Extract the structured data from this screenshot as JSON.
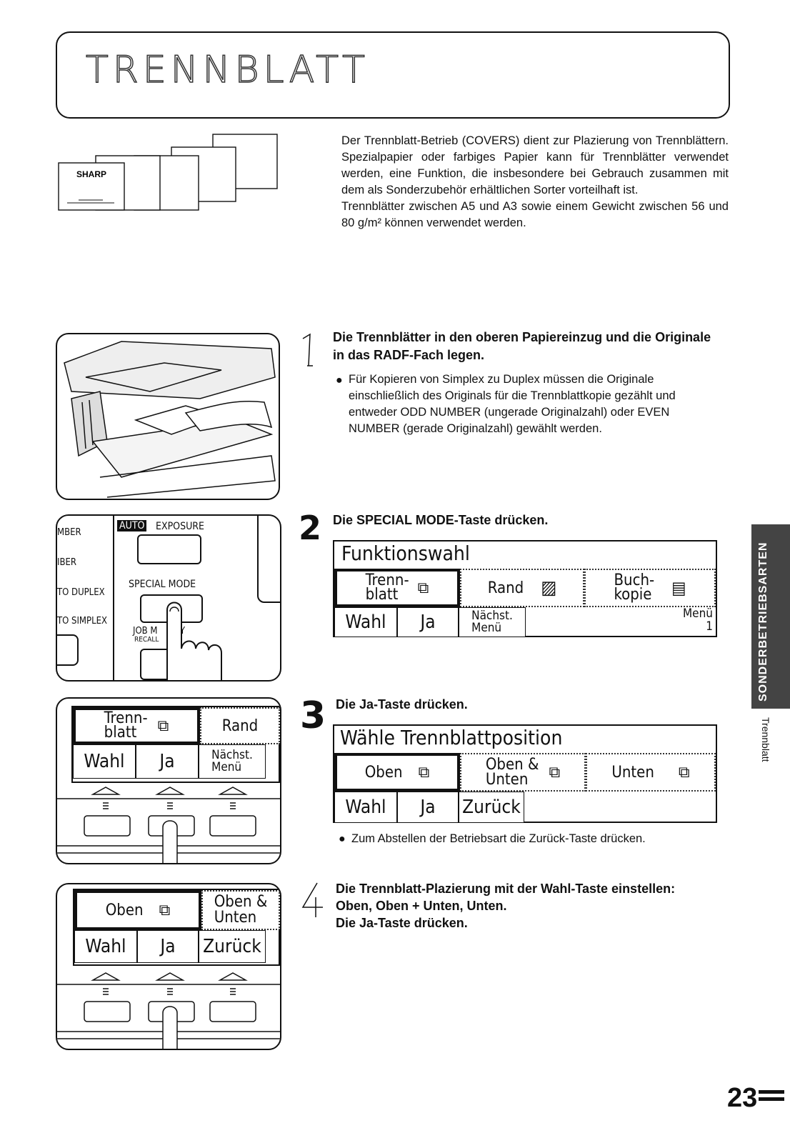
{
  "title": "TRENNBLATT",
  "intro": {
    "p1": "Der Trennblatt-Betrieb (COVERS) dient zur Plazierung von Trennblättern. Spezialpapier oder farbiges Papier kann für Trennblätter verwendet werden, eine Funktion, die insbesondere bei Gebrauch zusammen mit dem als Sonderzubehör erhältlichen Sorter vorteilhaft ist.",
    "p2": "Trennblätter zwischen A5 und A3 sowie einem Gewicht zwischen 56 und 80 g/m² können verwendet werden.",
    "logo": "SHARP"
  },
  "steps": [
    {
      "num": "1",
      "heading": "Die Trennblätter in den oberen Papiereinzug und die Originale in das RADF-Fach legen.",
      "bullet": "Für Kopieren von Simplex zu Duplex müssen die Originale einschließlich des Originals für die Trennblattkopie gezählt und entweder ODD NUMBER (ungerade Originalzahl) oder EVEN NUMBER (gerade Originalzahl) gewählt werden."
    },
    {
      "num": "2",
      "heading": "Die SPECIAL MODE-Taste drücken."
    },
    {
      "num": "3",
      "heading": "Die Ja-Taste drücken.",
      "bullet": "Zum Abstellen der Betriebsart die Zurück-Taste drücken."
    },
    {
      "num": "4",
      "heading": "Die Trennblatt-Plazierung mit der Wahl-Taste einstellen:",
      "line2": "Oben, Oben + Unten, Unten.",
      "line3": "Die Ja-Taste drücken."
    }
  ],
  "lcd1": {
    "title": "Funktionswahl",
    "opt1": "Trenn-\nblatt",
    "opt2": "Rand",
    "opt3": "Buch-\nkopie",
    "wahl": "Wahl",
    "ja": "Ja",
    "naechst": "Nächst.\nMenü",
    "menu": "Menü\n1"
  },
  "lcd2": {
    "title": "Wähle Trennblattposition",
    "opt1": "Oben",
    "opt2": "Oben &\nUnten",
    "opt3": "Unten",
    "wahl": "Wahl",
    "ja": "Ja",
    "zurueck": "Zurück"
  },
  "panel2": {
    "l1": "MBER",
    "l2": "IBER",
    "l3": "TO DUPLEX",
    "l4": "TO SIMPLEX",
    "auto": "AUTO",
    "exposure": "EXPOSURE",
    "special": "SPECIAL MODE",
    "job": "JOB M    ORY",
    "recall": "RECALL"
  },
  "panel3": {
    "opt1": "Trenn-\nblatt",
    "opt2": "Rand",
    "wahl": "Wahl",
    "ja": "Ja",
    "naechst": "Nächst.\nMenü"
  },
  "panel4": {
    "opt1": "Oben",
    "opt2": "Oben &\nUnten",
    "wahl": "Wahl",
    "ja": "Ja",
    "zurueck": "Zurück"
  },
  "side_tab": "SONDERBETRIEBSARTEN",
  "side_label": "Trennblatt",
  "page_number": "23"
}
